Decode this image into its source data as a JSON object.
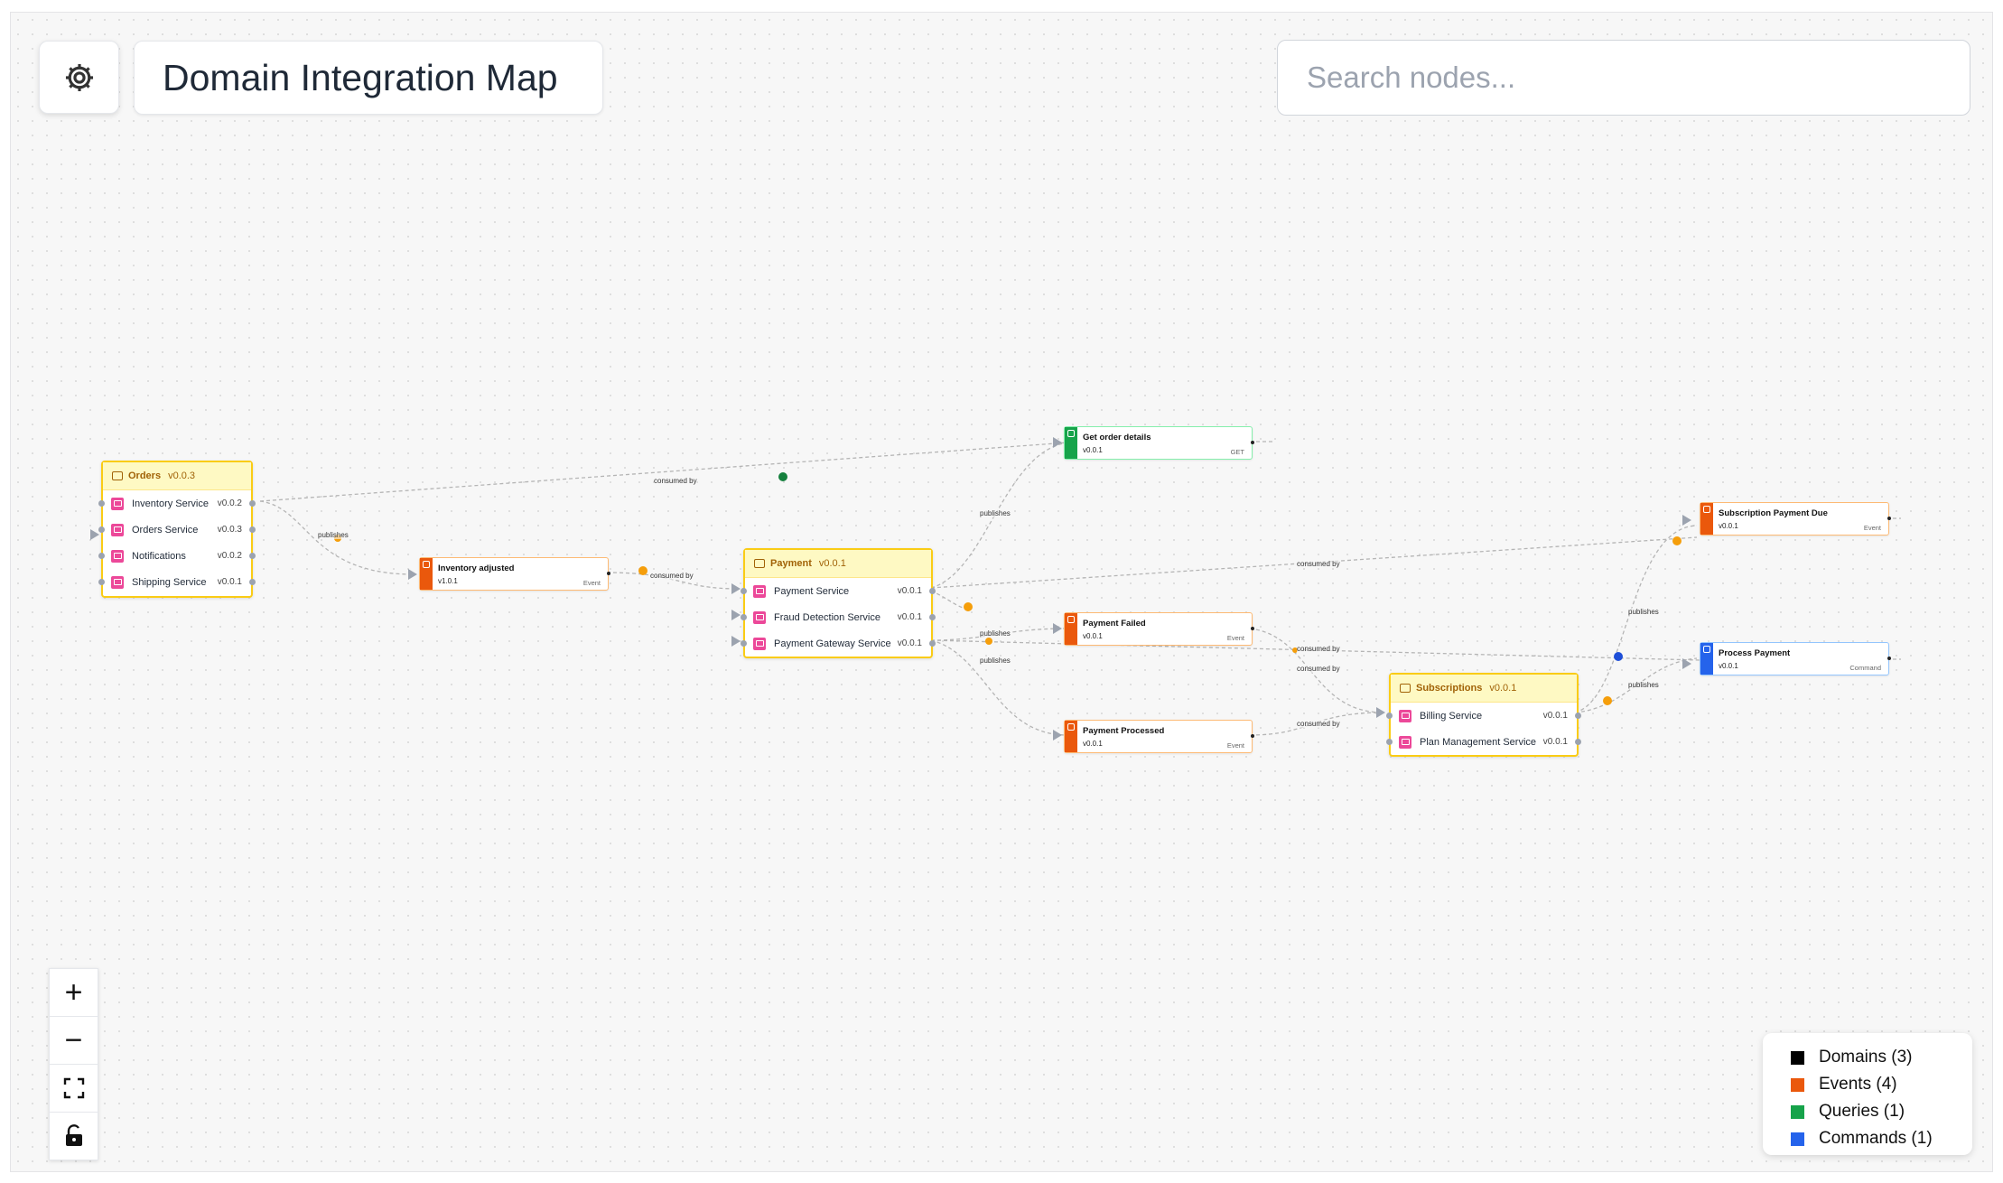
{
  "header": {
    "title": "Domain Integration Map",
    "settings_icon": "gear-icon",
    "search_placeholder": "Search nodes..."
  },
  "domains": [
    {
      "name": "Orders",
      "version": "v0.0.3",
      "services": [
        {
          "name": "Inventory Service",
          "version": "v0.0.2"
        },
        {
          "name": "Orders Service",
          "version": "v0.0.3"
        },
        {
          "name": "Notifications",
          "version": "v0.0.2"
        },
        {
          "name": "Shipping Service",
          "version": "v0.0.1"
        }
      ]
    },
    {
      "name": "Payment",
      "version": "v0.0.1",
      "services": [
        {
          "name": "Payment Service",
          "version": "v0.0.1"
        },
        {
          "name": "Fraud Detection Service",
          "version": "v0.0.1"
        },
        {
          "name": "Payment Gateway Service",
          "version": "v0.0.1"
        }
      ]
    },
    {
      "name": "Subscriptions",
      "version": "v0.0.1",
      "services": [
        {
          "name": "Billing Service",
          "version": "v0.0.1"
        },
        {
          "name": "Plan Management Service",
          "version": "v0.0.1"
        }
      ]
    }
  ],
  "messages": [
    {
      "name": "Inventory adjusted",
      "version": "v1.0.1",
      "type": "Event"
    },
    {
      "name": "Get order details",
      "version": "v0.0.1",
      "type": "GET"
    },
    {
      "name": "Payment Failed",
      "version": "v0.0.1",
      "type": "Event"
    },
    {
      "name": "Payment Processed",
      "version": "v0.0.1",
      "type": "Event"
    },
    {
      "name": "Subscription Payment Due",
      "version": "v0.0.1",
      "type": "Event"
    },
    {
      "name": "Process Payment",
      "version": "v0.0.1",
      "type": "Command"
    }
  ],
  "edge_labels": {
    "consumed_by": "consumed by",
    "publishes": "publishes"
  },
  "zoom_controls": {
    "zoom_in": "+",
    "zoom_out": "−"
  },
  "legend": [
    {
      "label": "Domains (3)",
      "color": "#000000"
    },
    {
      "label": "Events (4)",
      "color": "#ea580c"
    },
    {
      "label": "Queries (1)",
      "color": "#16a34a"
    },
    {
      "label": "Commands (1)",
      "color": "#2563eb"
    }
  ]
}
